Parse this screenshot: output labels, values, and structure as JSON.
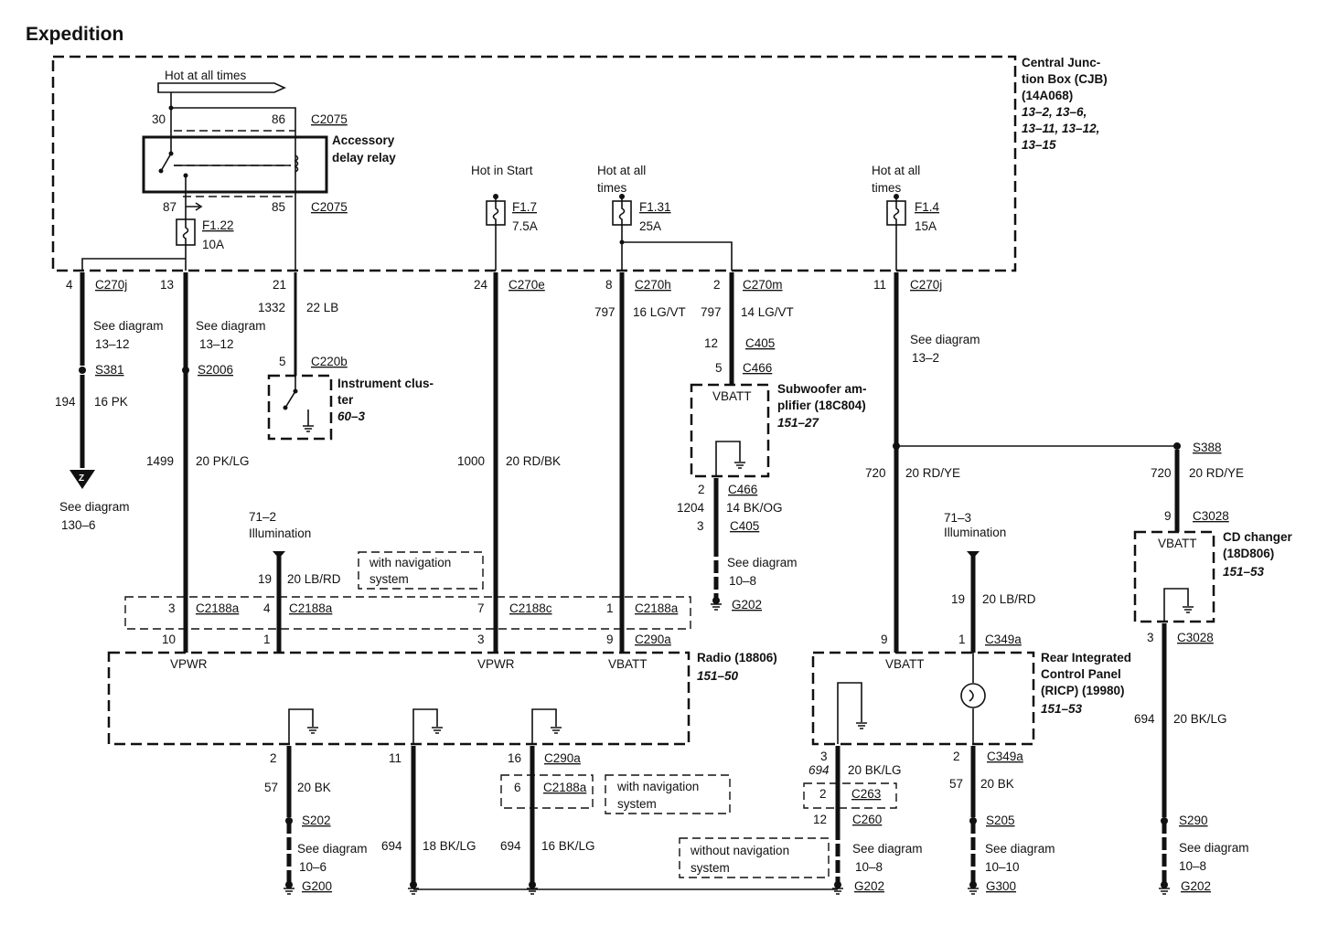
{
  "title": "Expedition",
  "cjb": {
    "label": [
      "Central Junc-",
      "tion Box (CJB)",
      "(14A068)"
    ],
    "refs": [
      "13–2, 13–6,",
      "13–11, 13–12,",
      "13–15"
    ],
    "hot_all": "Hot at all times",
    "relay": {
      "label": [
        "Accessory",
        "delay relay"
      ],
      "pin30": "30",
      "pin86": "86",
      "pin87": "87",
      "pin85": "85",
      "conn_top": "C2075",
      "conn_bot": "C2075"
    },
    "f122": {
      "name": "F1.22",
      "amps": "10A"
    },
    "f17": {
      "hot": "Hot in Start",
      "name": "F1.7",
      "amps": "7.5A"
    },
    "f131": {
      "hot1": "Hot at all",
      "hot2": "times",
      "name": "F1.31",
      "amps": "25A"
    },
    "f14": {
      "hot1": "Hot at all",
      "hot2": "times",
      "name": "F1.4",
      "amps": "15A"
    }
  },
  "circuits": {
    "a": {
      "pin": "4",
      "conn": "C270j",
      "see": "See diagram",
      "see_ref": "13–12",
      "splice": "S381",
      "num": "194",
      "wire": "16 PK",
      "z": "Z",
      "see2": "See diagram",
      "see2_ref": "130–6"
    },
    "b": {
      "pin": "13",
      "see": "See diagram",
      "see_ref": "13–12",
      "splice": "S2006",
      "num": "1499",
      "wire": "20 PK/LG",
      "pin_c2188": "3",
      "conn_c2188": "C2188a",
      "pin_radio": "10"
    },
    "c": {
      "pin": "21",
      "num": "1332",
      "wire": "22 LB",
      "pin2": "5",
      "conn2": "C220b",
      "label": [
        "Instrument clus-",
        "ter"
      ],
      "ref": "60–3"
    },
    "d": {
      "pin": "24",
      "conn": "C270e",
      "num": "1000",
      "wire": "20 RD/BK",
      "pin_c2188": "7",
      "conn_c2188": "C2188c",
      "pin_radio": "3"
    },
    "e": {
      "pin": "8",
      "conn": "C270h",
      "num": "797",
      "wire": "16 LG/VT",
      "pin_c2188": "1",
      "conn_c2188": "C2188a",
      "pin_radio": "9",
      "conn_radio": "C290a"
    },
    "f": {
      "pin": "2",
      "conn": "C270m",
      "num": "797",
      "wire": "14 LG/VT",
      "pin2": "12",
      "conn2": "C405",
      "pin3": "5",
      "conn3": "C466"
    },
    "g": {
      "pin": "11",
      "conn": "C270j",
      "see": "See diagram",
      "see_ref": "13–2",
      "num": "720",
      "wire": "20 RD/YE",
      "pin_ricp": "9"
    },
    "h": {
      "splice": "S388",
      "num": "720",
      "wire": "20 RD/YE",
      "pin": "9",
      "conn": "C3028"
    },
    "illum1": {
      "ref": "71–2",
      "label": "Illumination",
      "pin": "19",
      "wire": "20 LB/RD",
      "pin_c2188": "4",
      "conn_c2188": "C2188a",
      "pin_radio": "1"
    },
    "illum2": {
      "ref": "71–3",
      "label": "Illumination",
      "pin": "19",
      "wire": "20 LB/RD",
      "pin_ricp": "1",
      "conn_ricp": "C349a"
    }
  },
  "nav_note_1": [
    "with navigation",
    "system"
  ],
  "nav_note_2": [
    "with navigation",
    "system"
  ],
  "nav_note_3": [
    "without navigation",
    "system"
  ],
  "subwoofer": {
    "pin_label": "VBATT",
    "label": [
      "Subwoofer am-",
      "plifier (18C804)"
    ],
    "ref": "151–27",
    "pin_out": "2",
    "conn_out": "C466",
    "num": "1204",
    "wire": "14 BK/OG",
    "pin2": "3",
    "conn2": "C405",
    "see": "See diagram",
    "see_ref": "10–8",
    "ground": "G202"
  },
  "radio": {
    "label": "Radio (18806)",
    "ref": "151–50",
    "vpwr1": "VPWR",
    "vpwr2": "VPWR",
    "vbatt": "VBATT"
  },
  "radio_grounds": {
    "g1": {
      "pin": "2",
      "num": "57",
      "wire": "20 BK",
      "splice": "S202",
      "see": "See diagram",
      "see_ref": "10–6",
      "ground": "G200"
    },
    "g2": {
      "pin": "11",
      "num": "694",
      "wire": "18 BK/LG"
    },
    "g3": {
      "pin": "16",
      "conn": "C290a",
      "pin2": "6",
      "conn2": "C2188a",
      "num": "694",
      "wire": "16 BK/LG"
    }
  },
  "ricp": {
    "label": [
      "Rear Integrated",
      "Control Panel",
      "(RICP) (19980)"
    ],
    "ref": "151–53",
    "vbatt": "VBATT",
    "gnd": {
      "pin": "3",
      "num": "694",
      "wire": "20 BK/LG",
      "pin2": "2",
      "conn2": "C263",
      "pin3": "12",
      "conn3": "C260",
      "see": "See diagram",
      "see_ref": "10–8",
      "ground": "G202"
    },
    "lamp": {
      "pin": "2",
      "conn": "C349a",
      "num": "57",
      "wire": "20 BK",
      "splice": "S205",
      "see": "See diagram",
      "see_ref": "10–10",
      "ground": "G300"
    }
  },
  "cd": {
    "pin_label": "VBATT",
    "label": [
      "CD changer",
      "(18D806)"
    ],
    "ref": "151–53",
    "pin": "3",
    "conn": "C3028",
    "num": "694",
    "wire": "20 BK/LG",
    "splice": "S290",
    "see": "See diagram",
    "see_ref": "10–8",
    "ground": "G202"
  }
}
